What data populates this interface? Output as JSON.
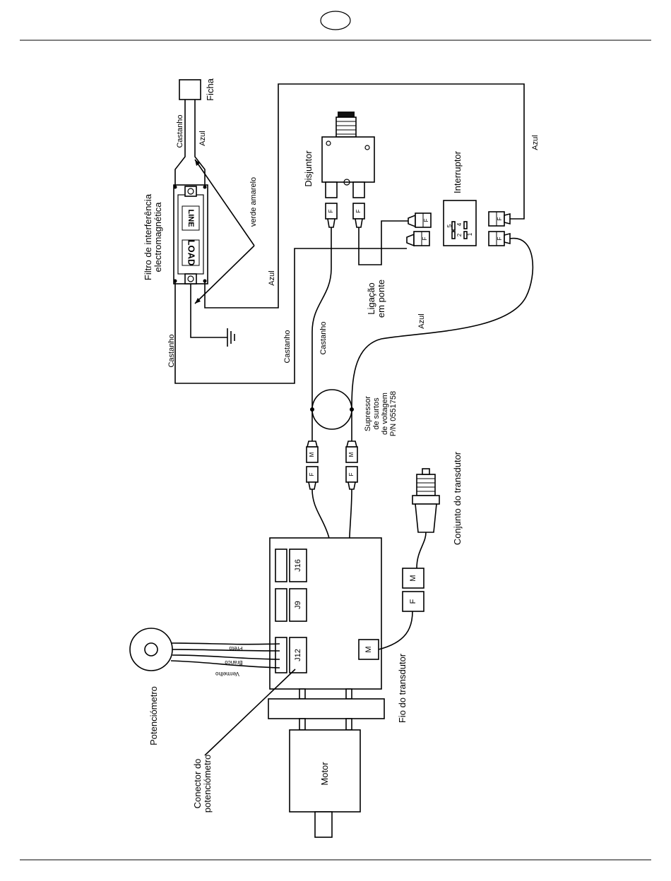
{
  "page": {
    "page_number": ""
  },
  "labels": {
    "ficha": "Ficha",
    "castanho_top": "Castanho",
    "azul_top": "Azul",
    "verde_amarelo": "verde amarelo",
    "filtro": "Filtro de interferência",
    "filtro_2": "electromagnética",
    "line": "LINE",
    "load": "LOAD",
    "azul_filter": "Azul",
    "castanho_left": "Castanho",
    "castanho_mid": "Castanho",
    "castanho_breaker": "Castanho",
    "disjuntor": "Disjuntor",
    "ligacao": "Ligação",
    "ligacao_2": "em ponte",
    "interruptor": "Interruptor",
    "azul_right": "Azul",
    "azul_curve": "Azul",
    "supressor_1": "Supressor",
    "supressor_2": "de surtos",
    "supressor_3": "de voltagem",
    "supressor_4": "P/N 0551758",
    "conjunto_transdutor": "Conjunto do transdutor",
    "fio_transdutor": "Fio do transdutor",
    "potenciometro": "Potenciómetro",
    "conector_1": "Conector do",
    "conector_2": "potenciómetro",
    "motor": "Motor",
    "j16": "J16",
    "j9": "J9",
    "j12": "J12",
    "m": "M",
    "f": "F",
    "preto": "Preto",
    "branco": "Branco",
    "vermelho": "Vermelho",
    "switch_5": "5",
    "switch_4": "4",
    "switch_2": "2",
    "switch_1": "1"
  }
}
